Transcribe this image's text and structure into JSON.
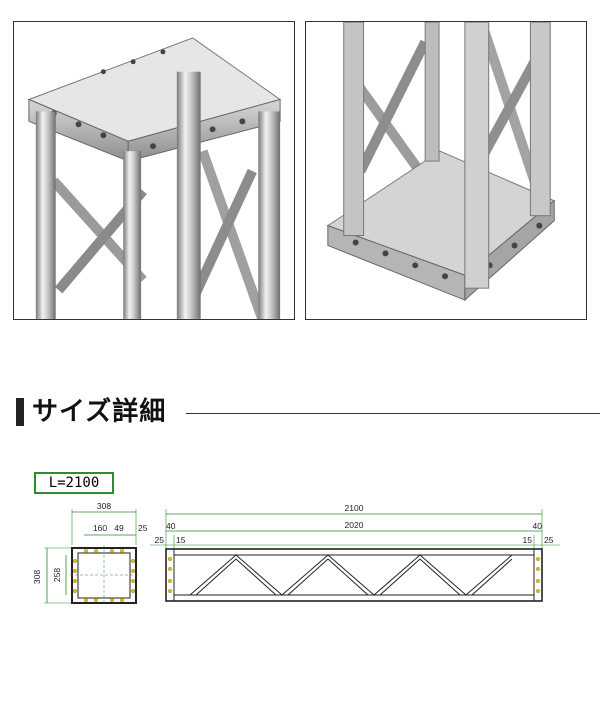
{
  "section": {
    "title": "サイズ詳細"
  },
  "length_label": "L=2100",
  "dimensions": {
    "cross_section": {
      "width": "308",
      "inner_width": "160",
      "offset_a": "49",
      "offset_b": "25",
      "height": "308",
      "inner_height": "258"
    },
    "side_view": {
      "total_length": "2100",
      "inner_length": "2020",
      "end_left": "40",
      "end_right": "40",
      "edge_left": "25",
      "edge_left_inner": "15",
      "edge_right_inner": "15",
      "edge_right": "25"
    }
  },
  "colors": {
    "dimension_line": "#2a8f2a",
    "truss_line": "#222222",
    "bolt_hole": "#e0c020",
    "header_bar": "#222222"
  }
}
